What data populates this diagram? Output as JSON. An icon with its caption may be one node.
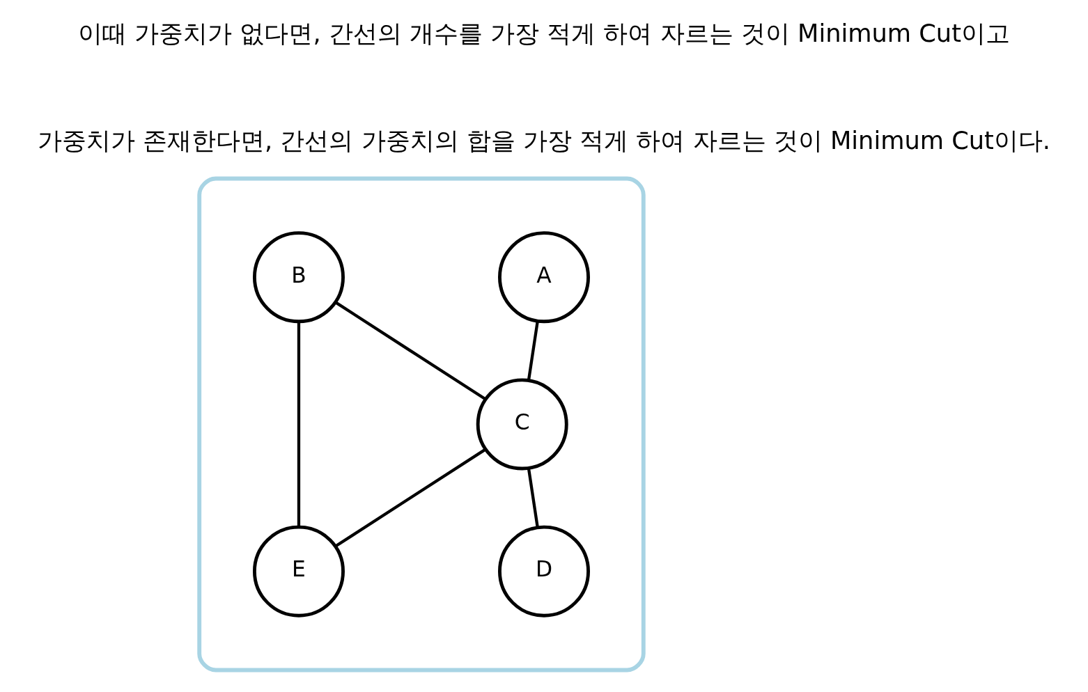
{
  "diagram": {
    "nodes": [
      {
        "text": [],
        "shape": "box"
      },
      {
        "text": [
          "A"
        ],
        "in": 0
      },
      {
        "text": [
          "B"
        ],
        "in": 0
      },
      {
        "text": [
          "C"
        ],
        "in": 0
      },
      {
        "text": [
          "D"
        ],
        "in": 0
      },
      {
        "text": [
          "E"
        ],
        "in": 0
      }
    ],
    "edges": [
      {
        "from": 1,
        "to": 3,
        "arrow": "none"
      },
      {
        "from": 3,
        "to": 2,
        "arrow": "none"
      },
      {
        "from": 2,
        "to": 5,
        "arrow": "none"
      },
      {
        "from": 3,
        "to": 4,
        "arrow": "none"
      },
      {
        "from": 3,
        "to": 5,
        "arrow": "none"
      }
    ],
    "labels": [
      "이때 가중치가 없다면, 간선의 개수를 가장 적게 하여 자르는 것이 Minimum Cut이고",
      "가중치가 존재한다면, 간선의 가중치의 합을 가장 적게 하여 자르는 것이 Minimum Cut이다."
    ]
  }
}
